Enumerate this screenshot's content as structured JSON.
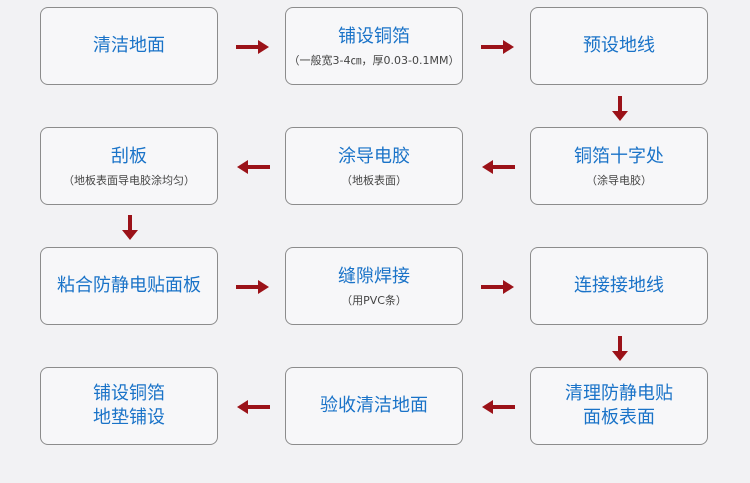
{
  "colors": {
    "title": "#1a73c8",
    "arrow": "#9b1218",
    "border": "#8c8c8c"
  },
  "steps": [
    {
      "title": "清洁地面",
      "sub": ""
    },
    {
      "title": "铺设铜箔",
      "sub": "（一般宽3-4㎝，厚0.03-0.1MM）"
    },
    {
      "title": "预设地线",
      "sub": ""
    },
    {
      "title": "铜箔十字处",
      "sub": "（涂导电胶）"
    },
    {
      "title": "涂导电胶",
      "sub": "（地板表面）"
    },
    {
      "title": "刮板",
      "sub": "（地板表面导电胶涂均匀）"
    },
    {
      "title": "粘合防静电贴面板",
      "sub": ""
    },
    {
      "title": "缝隙焊接",
      "sub": "（用PVC条）"
    },
    {
      "title": "连接接地线",
      "sub": ""
    },
    {
      "title": "清理防静电贴\n面板表面",
      "sub": ""
    },
    {
      "title": "验收清洁地面",
      "sub": ""
    },
    {
      "title": "铺设铜箔\n地垫铺设",
      "sub": ""
    }
  ]
}
